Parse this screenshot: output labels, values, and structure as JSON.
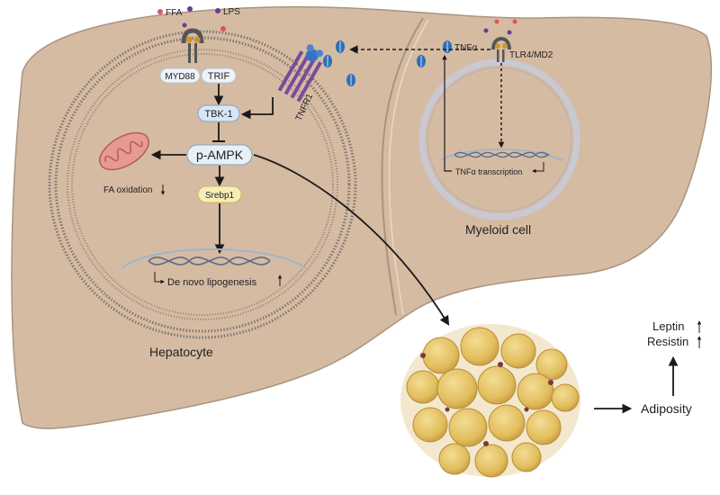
{
  "labels": {
    "ffa": "FFA",
    "lps": "LPS",
    "myd88": "MYD88",
    "trif": "TRIF",
    "tbk1": "TBK-1",
    "tnfr1": "TNFR1",
    "pampk": "p-AMPK",
    "srebp1": "Srebp1",
    "fa_oxidation": "FA oxidation",
    "de_novo": "De novo lipogenesis",
    "hepatocyte": "Hepatocyte",
    "tnfa": "TNFα",
    "tlr4": "TLR4/MD2",
    "tnfa_transcription": "TNFα transcription",
    "myeloid": "Myeloid cell",
    "leptin": "Leptin",
    "resistin": "Resistin",
    "adiposity": "Adiposity"
  },
  "colors": {
    "liver": "#d6bba3",
    "liver_outline": "#a89480",
    "membrane": "#7e766f",
    "pill_blue": "#d7e6f3",
    "pill_yellow": "#f7eeb7",
    "ffa_dot": "#e4525a",
    "lps_dot": "#6a3b99",
    "tnfa_ball": "#2f6fb8",
    "fat_cell": "#e7c56c",
    "fat_cell_dark": "#c99a3e"
  }
}
